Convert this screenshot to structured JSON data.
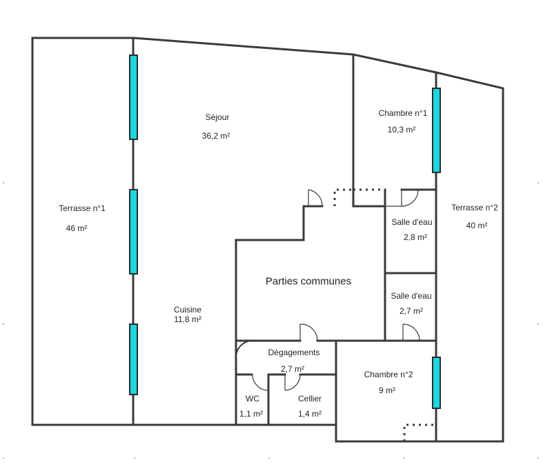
{
  "rooms": {
    "terrasse1": {
      "name": "Terrasse n°1",
      "area": "46  m²"
    },
    "sejour": {
      "name": "Séjour",
      "area": "36,2  m²"
    },
    "cuisine": {
      "name": "Cuisine",
      "area": "11,8  m²"
    },
    "chambre1": {
      "name": "Chambre n°1",
      "area": "10,3  m²"
    },
    "terrasse2": {
      "name": "Terrasse n°2",
      "area": "40  m²"
    },
    "salle_eau1": {
      "name": "Salle d'eau",
      "area": "2,8  m²"
    },
    "salle_eau2": {
      "name": "Salle d'eau",
      "area": "2,7  m²"
    },
    "parties_communes": {
      "name": "Parties communes"
    },
    "degagements": {
      "name": "Dégagements",
      "area": "2,7  m²"
    },
    "chambre2": {
      "name": "Chambre n°2",
      "area": "9  m²"
    },
    "wc": {
      "name": "WC",
      "area": "1,1  m²"
    },
    "cellier": {
      "name": "Cellier",
      "area": "1,4  m²"
    }
  },
  "colors": {
    "wall": "#3a3a3a",
    "window": "#1ed6e0",
    "background": "#ffffff"
  }
}
